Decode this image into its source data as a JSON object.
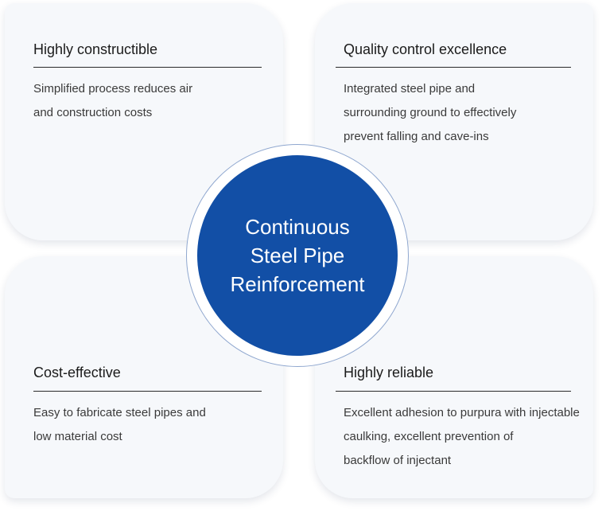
{
  "cards": {
    "top_left": {
      "title": "Highly constructible",
      "desc_lines": [
        "Simplified process reduces air",
        "and construction costs"
      ]
    },
    "top_right": {
      "title": "Quality control excellence",
      "desc_lines": [
        "Integrated steel pipe and",
        "surrounding ground to effectively",
        "prevent falling and cave-ins"
      ]
    },
    "bottom_left": {
      "title": "Cost-effective",
      "desc_lines": [
        "Easy to fabricate steel pipes and",
        "low material cost"
      ]
    },
    "bottom_right": {
      "title": "Highly reliable",
      "desc_lines": [
        "Excellent adhesion to purpura with injectable",
        "caulking, excellent prevention of",
        "backflow of injectant"
      ]
    }
  },
  "center": {
    "title_lines": [
      "Continuous",
      "Steel Pipe",
      "Reinforcement"
    ]
  },
  "colors": {
    "center_fill": "#124fa6",
    "card_background": "#f6f8fb",
    "ring_border": "#8fa7cf",
    "rule": "#2a2a2a"
  }
}
